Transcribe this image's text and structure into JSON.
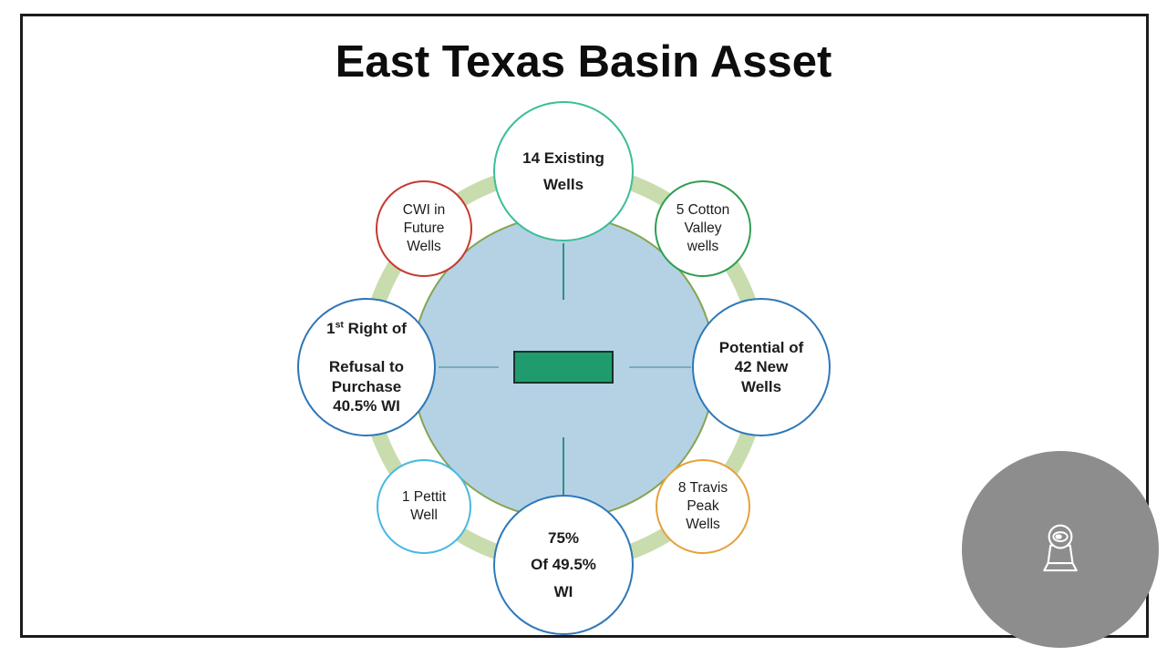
{
  "slide": {
    "title": "East Texas Basin Asset"
  },
  "diagram": {
    "nodes": {
      "n": {
        "label": "14 Existing\nWells",
        "border_color": "#3CBD9A"
      },
      "ne": {
        "label": "5 Cotton\nValley\nwells",
        "border_color": "#2F9E51"
      },
      "e": {
        "label": "Potential of\n42 New\nWells",
        "border_color": "#2E78B8"
      },
      "se": {
        "label": "8 Travis\nPeak\nWells",
        "border_color": "#E3A23B"
      },
      "s": {
        "label": "75%\nOf 49.5%\nWI",
        "border_color": "#2E78BC"
      },
      "sw": {
        "label": "1 Pettit\nWell",
        "border_color": "#47B7E2"
      },
      "w": {
        "line1_num": "1",
        "line1_sup": "st",
        "line1_rest": " Right of",
        "lines_rest": "Refusal to\nPurchase\n40.5% WI",
        "border_color": "#2E75B6"
      },
      "nw": {
        "label": "CWI in\nFuture\nWells",
        "border_color": "#C43B30"
      }
    },
    "colors": {
      "ring": "#C9DCAD",
      "hub_fill": "#B5D2E4",
      "hub_border": "#85A554",
      "rect_fill": "#1F9B6E",
      "rect_border": "#16352C",
      "spoke_v": "#2F8F84",
      "spoke_h": "#78AEBB"
    }
  },
  "overlay": {
    "webcam_bg": "#8D8D8D",
    "icon": "webcam-icon"
  }
}
